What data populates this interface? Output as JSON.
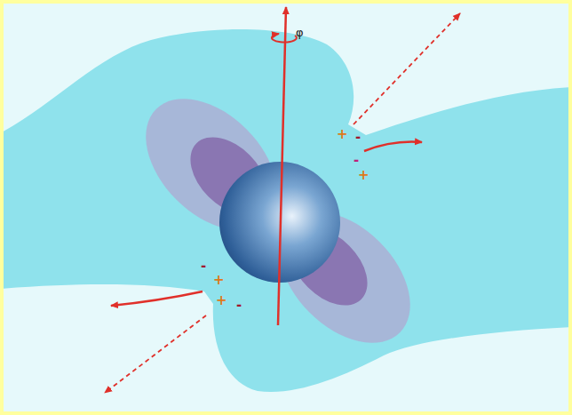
{
  "diagram": {
    "labels": [
      "φ",
      "+",
      "-",
      "-",
      "+",
      "-",
      "+",
      "+",
      "-"
    ]
  }
}
